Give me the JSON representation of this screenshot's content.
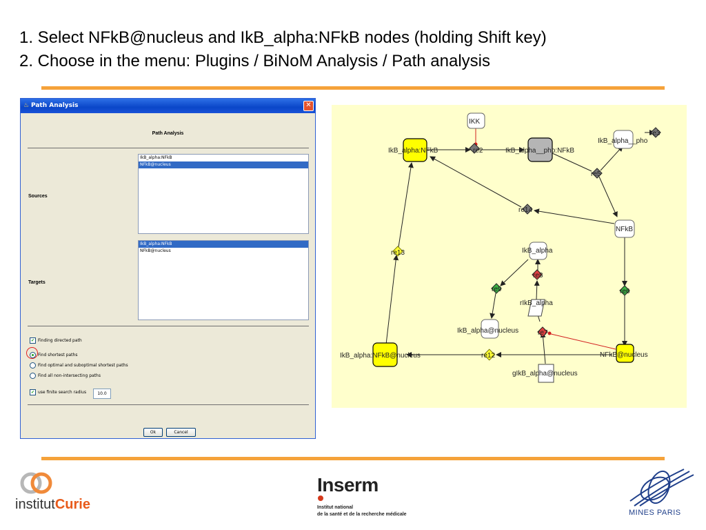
{
  "instructions": {
    "line1": "1. Select NFkB@nucleus and IkB_alpha:NFkB nodes (holding Shift key)",
    "line2": "2. Choose in the menu: Plugins / BiNoM Analysis / Path analysis"
  },
  "dialog": {
    "title": "Path Analysis",
    "heading": "Path Analysis",
    "sources_label": "Sources",
    "targets_label": "Targets",
    "sources": [
      {
        "label": "IkB_alpha:NFkB",
        "selected": false
      },
      {
        "label": "NFkB@nucleus",
        "selected": true
      }
    ],
    "targets": [
      {
        "label": "IkB_alpha:NFkB",
        "selected": true
      },
      {
        "label": "NFkB@nucleus",
        "selected": false
      }
    ],
    "options": {
      "directed": "Finding directed path",
      "shortest": "Find shortest paths",
      "optimal": "Find optimal and suboptimal shortest paths",
      "nonintersecting": "Find all non-intersecting paths",
      "finite_radius": "use finite search radius",
      "radius_value": "10.0"
    },
    "ok": "Ok",
    "cancel": "Cancel"
  },
  "graph": {
    "nodes": {
      "ikk": "IKK",
      "ikb_nfkb": "IkB_alpha:NFkB",
      "ikb_pho_nfkb": "IkB_alpha__pho:NFkB",
      "ikb_pho": "IkB_alpha__pho",
      "nfkb": "NFkB",
      "ikb_alpha": "IkB_alpha",
      "r_ikb": "rIkB_alpha",
      "ikb_nucleus": "IkB_alpha@nucleus",
      "ikb_nfkb_nucleus": "IkB_alpha:NFkB@nucleus",
      "nfkb_nucleus": "NFkB@nucleus",
      "g_ikb_nucleus": "gIkB_alpha@nucleus"
    },
    "reactions": {
      "re2": "re2",
      "re3": "re3",
      "re5": "re5",
      "re14": "re14",
      "re13": "re13",
      "re8": "re8",
      "re9": "re9",
      "re6": "re6",
      "re7": "re7",
      "re12": "re12"
    }
  },
  "logos": {
    "curie_prefix": "institut",
    "curie_bold": "Curie",
    "inserm": "Inserm",
    "inserm_sub1": "Institut national",
    "inserm_sub2": "de la santé et de la recherche médicale",
    "mines": "MINES PARIS"
  },
  "colors": {
    "accent_rule": "#f5a23a",
    "graph_bg": "#ffffcc",
    "highlight_node": "#ffff00",
    "selection": "#316ac5"
  }
}
